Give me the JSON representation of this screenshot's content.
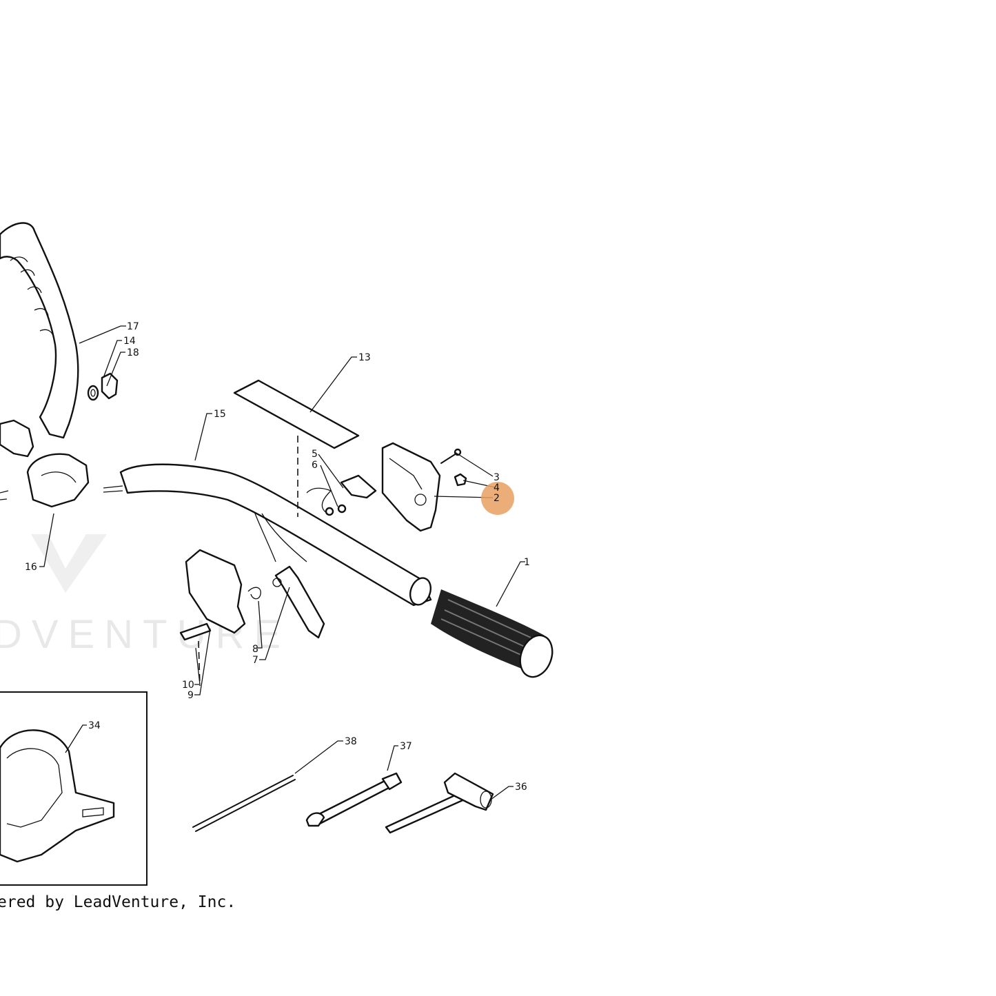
{
  "diagram": {
    "credit_text": "ered by LeadVenture, Inc.",
    "watermark_text": "DVENTURE",
    "highlight_color": "#E8A060",
    "highlighted_callout": "2",
    "callouts": [
      "1",
      "2",
      "3",
      "4",
      "5",
      "6",
      "7",
      "8",
      "9",
      "10",
      "13",
      "14",
      "15",
      "16",
      "17",
      "18",
      "34",
      "36",
      "37",
      "38"
    ]
  }
}
